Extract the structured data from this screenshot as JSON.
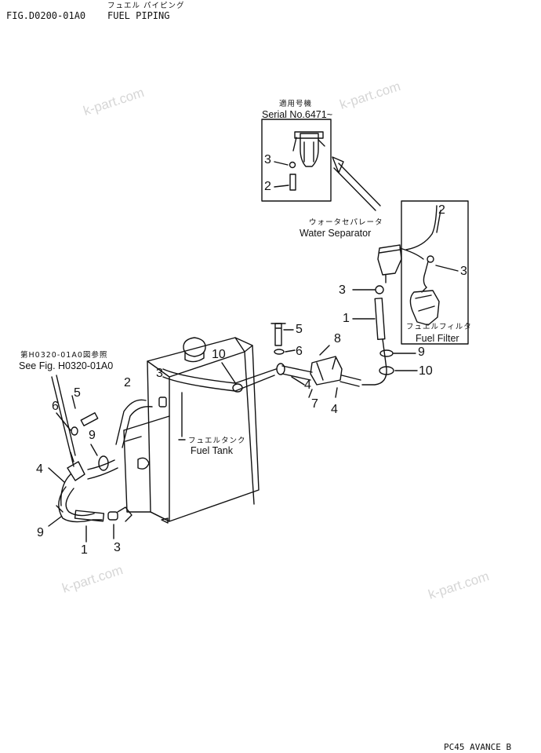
{
  "header": {
    "fig_code": "FIG.D0200-01A0",
    "title_jp": "フュエル パイピング",
    "title_en": "FUEL PIPING"
  },
  "inset_serial": {
    "label_jp": "適用号機",
    "label_en": "Serial No.6471~"
  },
  "water_separator": {
    "label_jp": "ウォータセパレータ",
    "label_en": "Water Separator"
  },
  "fuel_filter": {
    "label_jp": "フュエルフィルタ",
    "label_en": "Fuel Filter"
  },
  "fuel_tank": {
    "label_jp": "フュエルタンク",
    "label_en": "Fuel Tank"
  },
  "reference": {
    "label_jp": "第H0320-01A0図参照",
    "label_en": "See Fig. H0320-01A0"
  },
  "watermark": "k-part.com",
  "footer_text": "PC45 AVANCE B",
  "callouts": {
    "c1": "1",
    "c2": "2",
    "c3": "3",
    "c4": "4",
    "c5": "5",
    "c6": "6",
    "c7": "7",
    "c8": "8",
    "c9": "9",
    "c10": "10"
  }
}
